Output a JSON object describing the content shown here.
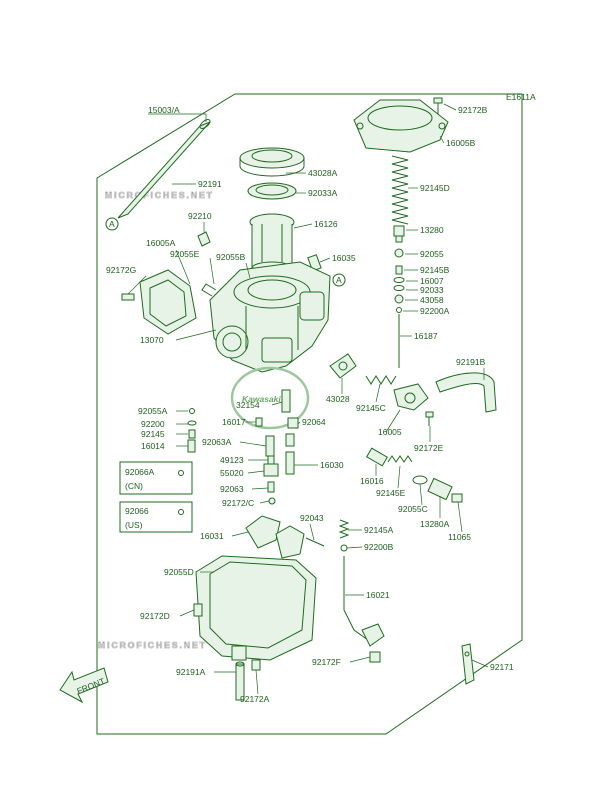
{
  "diagram_code": "E1611A",
  "watermark": "MICROFICHES.NET",
  "logo_text": "Kawasaki",
  "front_label": "FRONT",
  "colors": {
    "line": "#1f6b1f",
    "text": "#1f5f1f",
    "watermark": "#c9c9c9"
  },
  "callouts": [
    {
      "id": "c1",
      "label": "15003/A"
    },
    {
      "id": "c2",
      "label": "92191"
    },
    {
      "id": "c3",
      "label": "43028A"
    },
    {
      "id": "c4",
      "label": "92033A"
    },
    {
      "id": "c5",
      "label": "92172B"
    },
    {
      "id": "c6",
      "label": "16005B"
    },
    {
      "id": "c7",
      "label": "92145D"
    },
    {
      "id": "c8",
      "label": "92210"
    },
    {
      "id": "c9",
      "label": "16126"
    },
    {
      "id": "c10",
      "label": "13280"
    },
    {
      "id": "c11",
      "label": "16005A"
    },
    {
      "id": "c12",
      "label": "92055E"
    },
    {
      "id": "c13",
      "label": "92055B"
    },
    {
      "id": "c14",
      "label": "16035"
    },
    {
      "id": "c15",
      "label": "92055"
    },
    {
      "id": "c16",
      "label": "92172G"
    },
    {
      "id": "c17",
      "label": "92145B"
    },
    {
      "id": "c18",
      "label": "16007"
    },
    {
      "id": "c19",
      "label": "92033"
    },
    {
      "id": "c20",
      "label": "43058"
    },
    {
      "id": "c21",
      "label": "92200A"
    },
    {
      "id": "c22",
      "label": "13070"
    },
    {
      "id": "c23",
      "label": "16187"
    },
    {
      "id": "c24",
      "label": "92191B"
    },
    {
      "id": "c25",
      "label": "43028"
    },
    {
      "id": "c26",
      "label": "92055A"
    },
    {
      "id": "c27",
      "label": "32154"
    },
    {
      "id": "c28",
      "label": "92145C"
    },
    {
      "id": "c29",
      "label": "92200"
    },
    {
      "id": "c30",
      "label": "16017"
    },
    {
      "id": "c31",
      "label": "92064"
    },
    {
      "id": "c32",
      "label": "16005"
    },
    {
      "id": "c33",
      "label": "92145"
    },
    {
      "id": "c34",
      "label": "92063A"
    },
    {
      "id": "c35",
      "label": "92172E"
    },
    {
      "id": "c36",
      "label": "16014"
    },
    {
      "id": "c37",
      "label": "49123"
    },
    {
      "id": "c38",
      "label": "16030"
    },
    {
      "id": "c39",
      "label": "55020"
    },
    {
      "id": "c40",
      "label": "16016"
    },
    {
      "id": "c41",
      "label": "92145E"
    },
    {
      "id": "c42",
      "label": "92063"
    },
    {
      "id": "c43",
      "label": "92055C"
    },
    {
      "id": "c44",
      "label": "92172/C"
    },
    {
      "id": "c45",
      "label": "13280A"
    },
    {
      "id": "c46",
      "label": "11065"
    },
    {
      "id": "c47",
      "label": "92043"
    },
    {
      "id": "c48",
      "label": "92145A"
    },
    {
      "id": "c49",
      "label": "16031"
    },
    {
      "id": "c50",
      "label": "92200B"
    },
    {
      "id": "c51",
      "label": "92055D"
    },
    {
      "id": "c52",
      "label": "16021"
    },
    {
      "id": "c53",
      "label": "92172D"
    },
    {
      "id": "c54",
      "label": "92172F"
    },
    {
      "id": "c55",
      "label": "92171"
    },
    {
      "id": "c56",
      "label": "92191A"
    },
    {
      "id": "c57",
      "label": "92172A"
    }
  ],
  "variant_boxes": [
    {
      "id": "vb1",
      "code": "92066A",
      "region": "(CN)"
    },
    {
      "id": "vb2",
      "code": "92066",
      "region": "(US)"
    }
  ],
  "reference_marks": [
    {
      "id": "ref1",
      "letter": "A"
    },
    {
      "id": "ref2",
      "letter": "A"
    }
  ]
}
